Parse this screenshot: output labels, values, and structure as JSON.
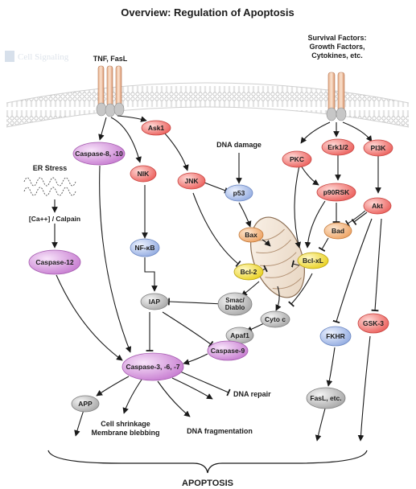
{
  "title": "Overview: Regulation of Apoptosis",
  "watermark": "Cell Signaling",
  "outcome": "APOPTOSIS",
  "colors": {
    "red": "#ef6e6a",
    "purple": "#cf8ad7",
    "blue": "#9fb7e6",
    "gray": "#b7b7b7",
    "orange": "#f1b47c",
    "yellow": "#efdc34"
  },
  "labels": {
    "receptor_left": "TNF,  FasL",
    "survival_factors": [
      "Survival Factors:",
      "Growth Factors,",
      "Cytokines, etc."
    ],
    "er_stress": "ER Stress",
    "dna_damage": "DNA damage",
    "calcium": "[Ca++] / Calpain",
    "dna_repair": "DNA repair",
    "shrinkage": [
      "Cell shrinkage",
      "Membrane blebbing"
    ],
    "dna_fragmentation": "DNA fragmentation"
  },
  "nodes": {
    "casp810": "Caspase-8, -10",
    "ask1": "Ask1",
    "nik": "NIK",
    "jnk": "JNK",
    "p53": "p53",
    "nfkb": "NF-κB",
    "bax": "Bax",
    "bcl2": "Bcl-2",
    "bclxl": "Bcl-xL",
    "iap": "IAP",
    "smac": [
      "Smac/",
      "Diablo"
    ],
    "cytoc": "Cyto c",
    "apaf1": "Apaf1",
    "casp9": "Caspase-9",
    "casp367": "Caspase-3, -6, -7",
    "casp12": "Caspase-12",
    "app": "APP",
    "pkc": "PKC",
    "erk12": "Erk1/2",
    "pi3k": "PI3K",
    "p90rsk": "p90RSK",
    "akt": "Akt",
    "bad": "Bad",
    "fkhr": "FKHR",
    "gsk3": "GSK-3",
    "fasl": "FasL, etc."
  }
}
